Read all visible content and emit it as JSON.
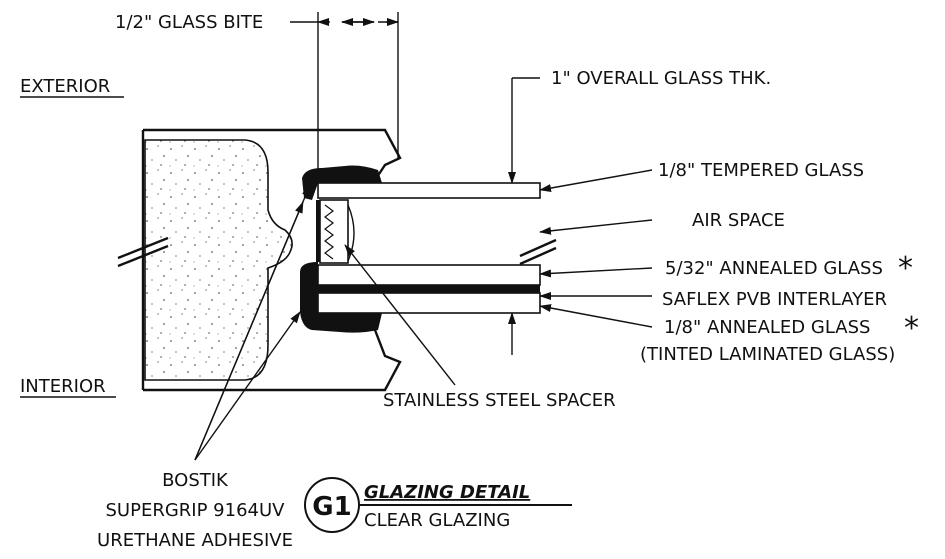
{
  "sides": {
    "exterior": "EXTERIOR",
    "interior": "INTERIOR"
  },
  "dimensions": {
    "glass_bite": "1/2\" GLASS BITE",
    "overall_thickness": "1\" OVERALL GLASS THK."
  },
  "layers": [
    {
      "label": "1/8\" TEMPERED GLASS"
    },
    {
      "label": "AIR SPACE"
    },
    {
      "label": "5/32\" ANNEALED GLASS",
      "mark": "*"
    },
    {
      "label": "SAFLEX PVB INTERLAYER"
    },
    {
      "label": "1/8\" ANNEALED GLASS",
      "mark": "*"
    },
    {
      "label": "(TINTED LAMINATED GLASS)"
    }
  ],
  "spacer_label": "STAINLESS STEEL SPACER",
  "adhesive": {
    "line1": "BOSTIK",
    "line2": "SUPERGRIP 9164UV",
    "line3": "URETHANE ADHESIVE"
  },
  "detail": {
    "tag": "G1",
    "title": "GLAZING DETAIL",
    "subtitle": "CLEAR GLAZING"
  },
  "colors": {
    "ink": "#111111",
    "paper": "#ffffff"
  }
}
